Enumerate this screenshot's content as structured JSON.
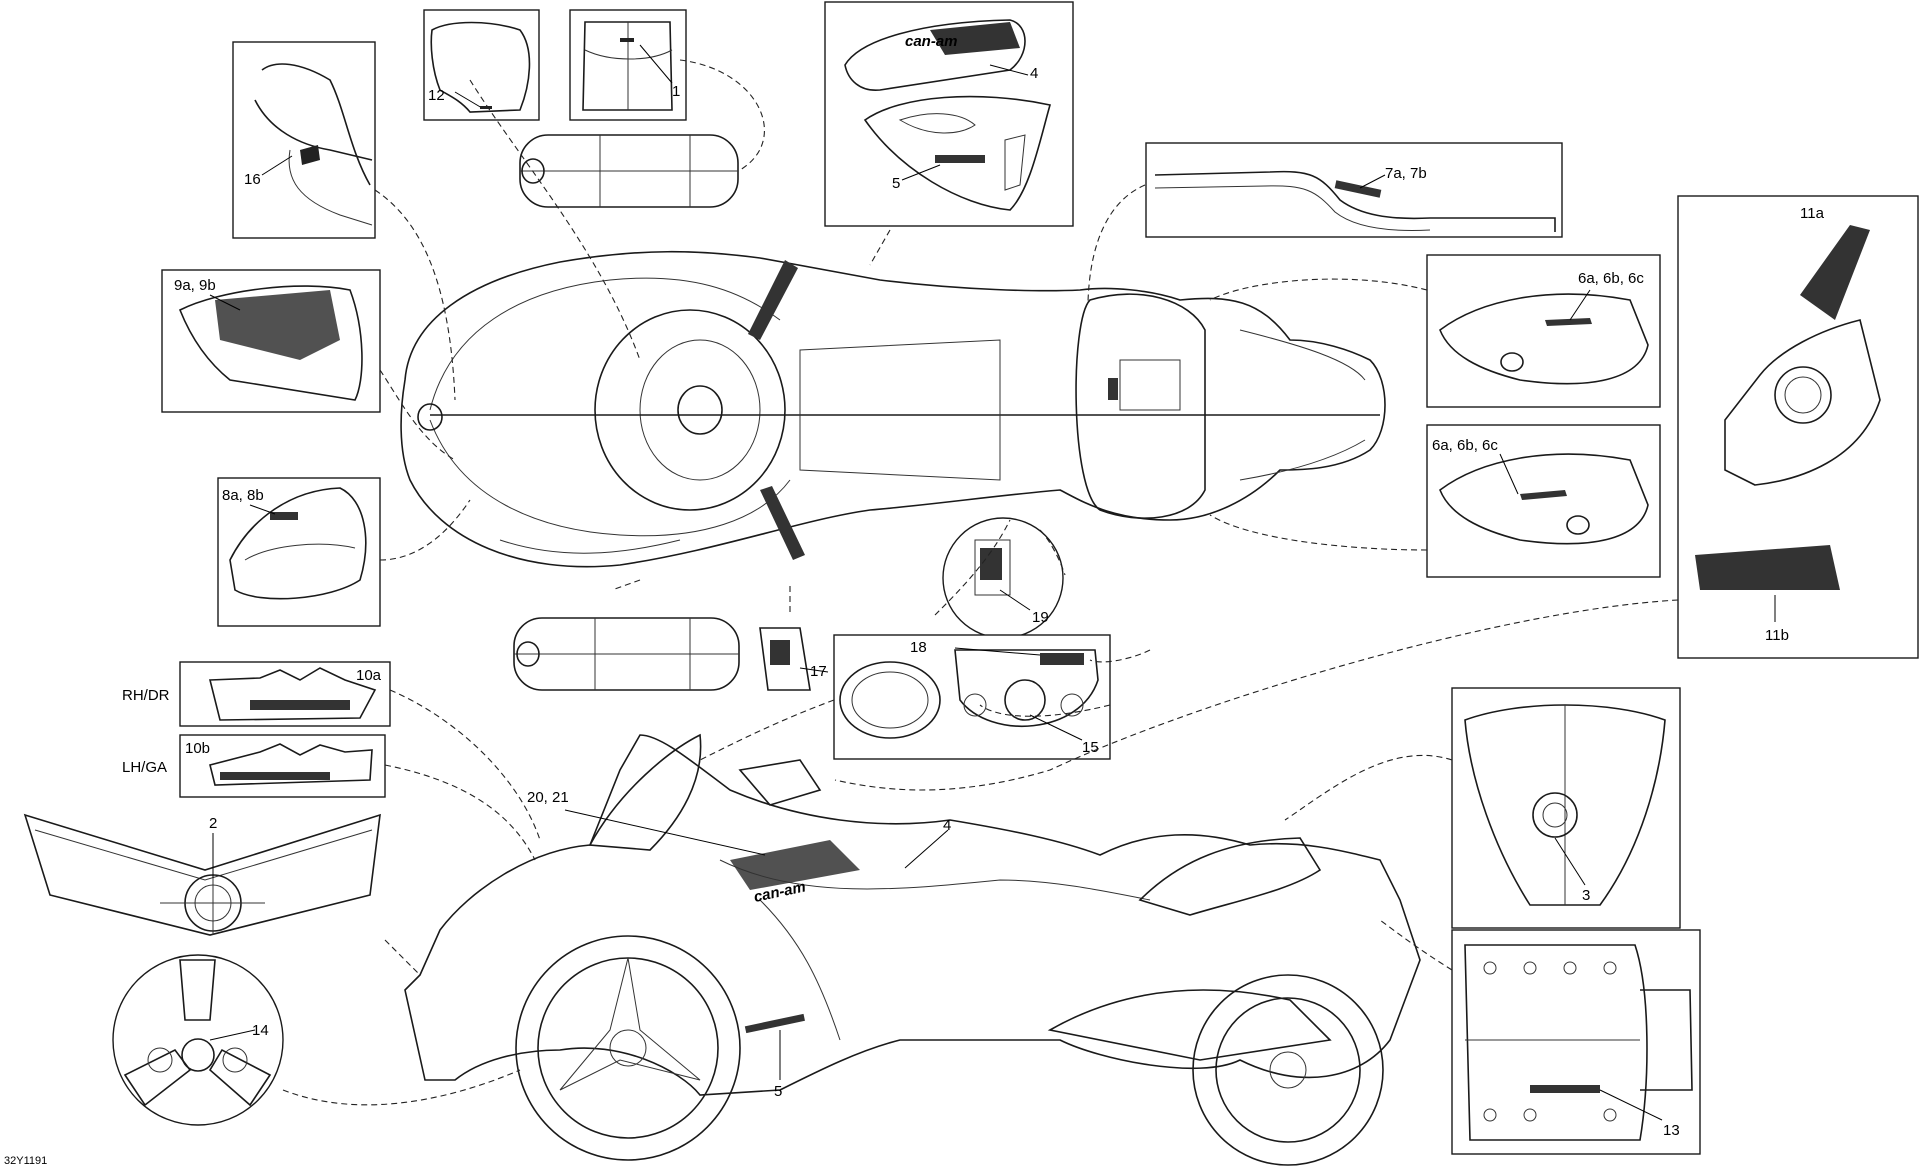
{
  "labels": {
    "c1": "1",
    "c2": "2",
    "c3": "3",
    "c4a": "4",
    "c4b": "4",
    "c5a": "5",
    "c5b": "5",
    "c6top": "6a, 6b, 6c",
    "c6bot": "6a, 6b, 6c",
    "c7": "7a, 7b",
    "c8": "8a, 8b",
    "c9": "9a, 9b",
    "c10a": "10a",
    "c10b": "10b",
    "c11a": "11a",
    "c11b": "11b",
    "c12": "12",
    "c13": "13",
    "c14": "14",
    "c15": "15",
    "c16": "16",
    "c17": "17",
    "c18": "18",
    "c19": "19",
    "c2021": "20, 21",
    "rh": "RH/DR",
    "lh": "LH/GA",
    "ref": "32Y1191"
  },
  "brand": "can-am"
}
